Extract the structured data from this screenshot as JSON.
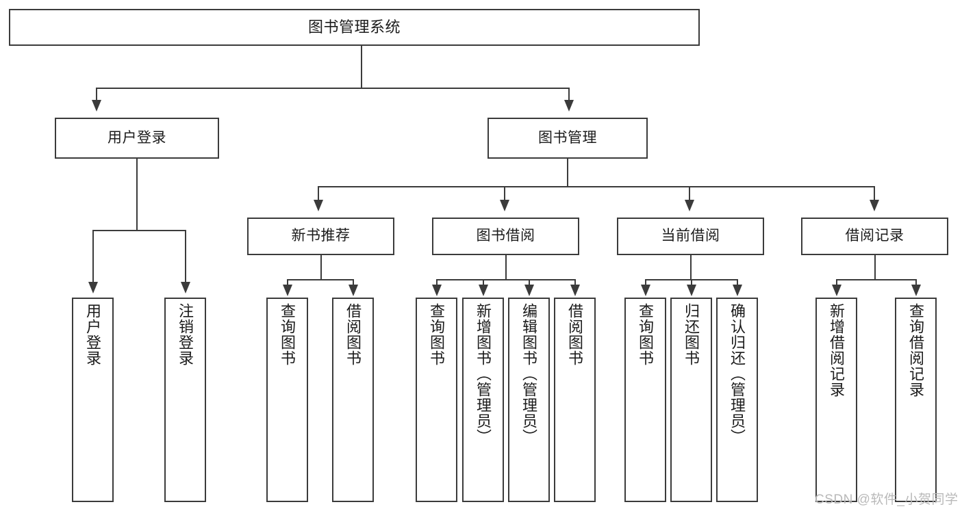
{
  "diagram": {
    "title": "图书管理系统",
    "type": "hierarchy-tree",
    "watermark": "CSDN @软件_小贺同学",
    "colors": {
      "stroke": "#3b3b3b",
      "fill": "#ffffff",
      "text": "#1b1b1b",
      "watermark": "#b9b9b9"
    },
    "nodes": {
      "root": {
        "label": "图书管理系统",
        "level": 1
      },
      "user_login": {
        "label": "用户登录",
        "level": 2
      },
      "book_mgmt": {
        "label": "图书管理",
        "level": 2
      },
      "new_book_rec": {
        "label": "新书推荐",
        "level": 3
      },
      "book_borrow": {
        "label": "图书借阅",
        "level": 3
      },
      "current_borrow": {
        "label": "当前借阅",
        "level": 3
      },
      "borrow_record": {
        "label": "借阅记录",
        "level": 3
      },
      "leaf_user_login": {
        "label": "用户登录",
        "level": 4
      },
      "leaf_logout": {
        "label": "注销登录",
        "level": 4
      },
      "leaf_query_book_1": {
        "label": "查询图书",
        "level": 4
      },
      "leaf_borrow_book_1": {
        "label": "借阅图书",
        "level": 4
      },
      "leaf_query_book_2": {
        "label": "查询图书",
        "level": 4
      },
      "leaf_add_book": {
        "label": "新增图书（管理员）",
        "level": 4
      },
      "leaf_edit_book": {
        "label": "编辑图书（管理员）",
        "level": 4
      },
      "leaf_borrow_book_2": {
        "label": "借阅图书",
        "level": 4
      },
      "leaf_query_book_3": {
        "label": "查询图书",
        "level": 4
      },
      "leaf_return_book": {
        "label": "归还图书",
        "level": 4
      },
      "leaf_confirm_return": {
        "label": "确认归还（管理员）",
        "level": 4
      },
      "leaf_add_record": {
        "label": "新增借阅记录",
        "level": 4
      },
      "leaf_query_record": {
        "label": "查询借阅记录",
        "level": 4
      }
    }
  }
}
